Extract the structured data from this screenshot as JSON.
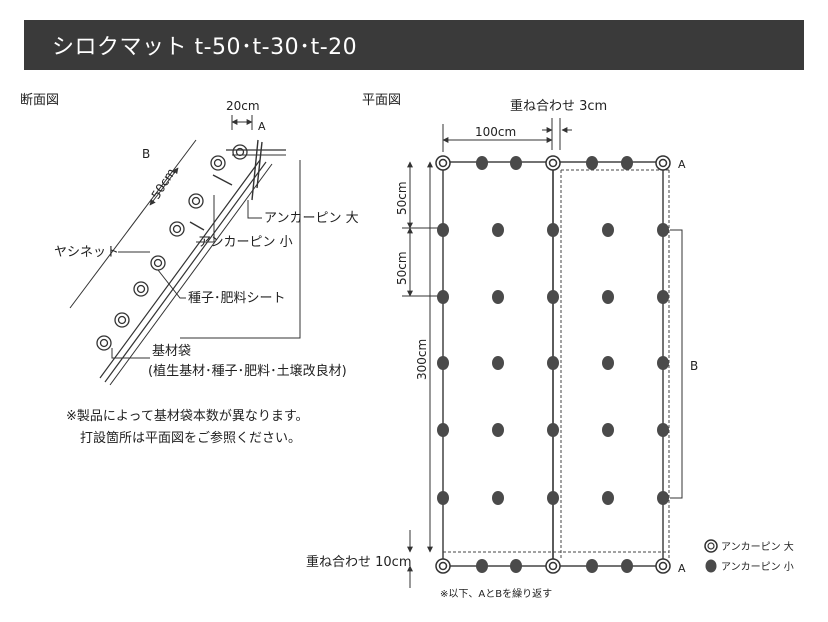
{
  "title": "シロクマット t-50･t-30･t-20",
  "section": {
    "section_label": "断面図",
    "plan_label": "平面図"
  },
  "section_diagram": {
    "dim_20cm": "20cm",
    "label_a": "A",
    "label_b": "B",
    "dim_50cm": "50cm",
    "anchor_large": "アンカーピン 大",
    "anchor_small": "アンカーピン 小",
    "yashi_net": "ヤシネット",
    "seed_sheet": "種子･肥料シート",
    "bag_title": "基材袋",
    "bag_detail": "(植生基材･種子･肥料･土壌改良材)",
    "note_line1": "※製品によって基材袋本数が異なります。",
    "note_line2": "打設箇所は平面図をご参照ください。"
  },
  "plan_diagram": {
    "overlap_3cm": "重ね合わせ 3cm",
    "dim_100cm": "100cm",
    "dim_50cm_a": "50cm",
    "dim_50cm_b": "50cm",
    "dim_300cm": "300cm",
    "overlap_10cm": "重ね合わせ 10cm",
    "label_a_top": "A",
    "label_a_bottom": "A",
    "label_b": "B",
    "legend_large": "アンカーピン 大",
    "legend_small": "アンカーピン 小",
    "repeat_note": "※以下、AとBを繰り返す"
  },
  "colors": {
    "title_bg": "#3a3a3a",
    "line": "#333333",
    "pin_fill": "#4a4a4a"
  }
}
